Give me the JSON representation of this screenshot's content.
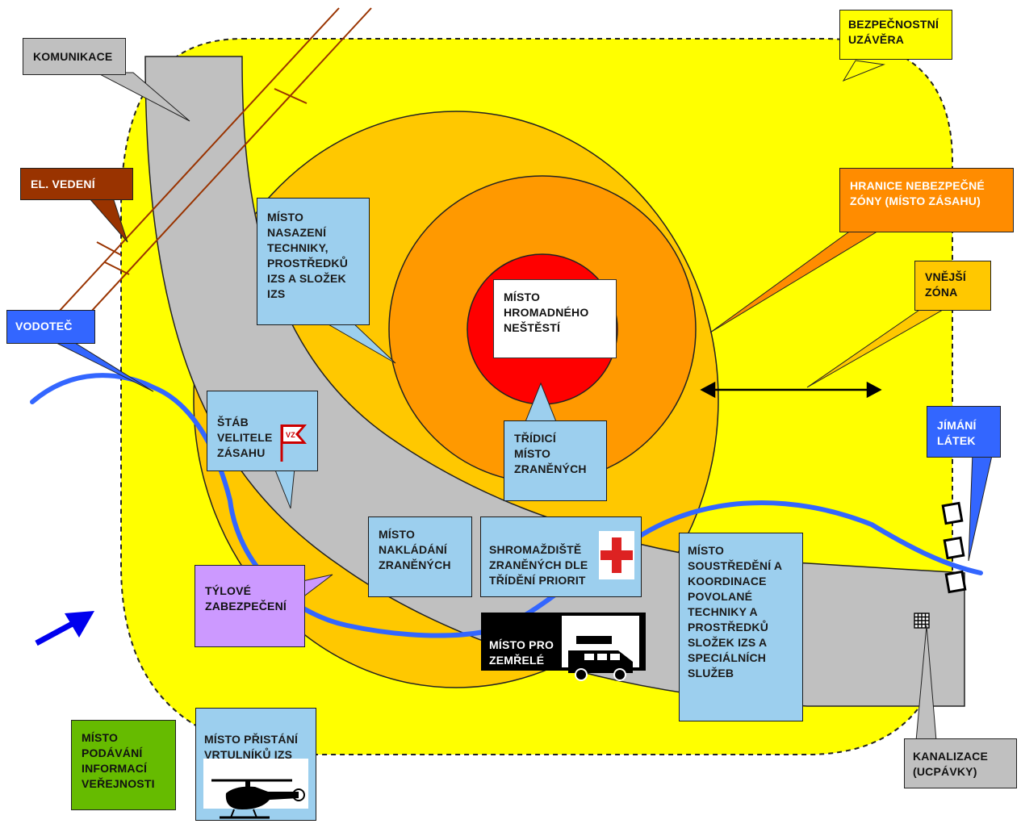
{
  "labels": {
    "bezpecnostni_uzavera": "BEZPEČNOSTNÍ\nUZÁVĚRA",
    "komunikace": "KOMUNIKACE",
    "el_vedeni": "EL. VEDENÍ",
    "vodotec": "VODOTEČ",
    "hranice": "HRANICE NEBEZPEČNÉ\nZÓNY (MÍSTO ZÁSAHU)",
    "vnejsi_zona": "VNĚJŠÍ\nZÓNA",
    "misto_nasazeni": "MÍSTO\nNASAZENÍ\nTECHNIKY,\nPROSTŘEDKŮ\nIZS A SLOŽEK\nIZS",
    "misto_hromadneho": "MÍSTO\nHROMADNÉHO\nNEŠTĚSTÍ",
    "tridici_misto": "TŘÍDICÍ\nMÍSTO\nZRANĚNÝCH",
    "stab": "ŠTÁB\nVELITELE\nZÁSAHU",
    "flag_text": "VZ",
    "jimani": "JÍMÁNÍ\nLÁTEK",
    "nakladani": "MÍSTO\nNAKLÁDÁNÍ\nZRANĚNÝCH",
    "shromazdiste": "SHROMAŽDIŠTĚ\nZRANĚNÝCH DLE\nTŘÍDĚNÍ PRIORIT",
    "soustredeni": "MÍSTO\nSOUSTŘEDĚNÍ A\nKOORDINACE\nPOVOLANÉ\nTECHNIKY A\nPROSTŘEDKŮ\nSLOŽEK IZS A\nSPECIÁLNÍCH\nSLUŽEB",
    "tylove": "TÝLOVÉ\nZABEZPEČENÍ",
    "zemrele": "MÍSTO PRO\nZEMŘELÉ",
    "pristani": "MÍSTO PŘISTÁNÍ\nVRTULNÍKŮ  IZS",
    "informace": "MÍSTO\nPODÁVÁNÍ\nINFORMACÍ\nVEŘEJNOSTI",
    "kanalizace": "KANALIZACE\n(UCPÁVKY)"
  },
  "colors": {
    "outer_zone": "#ffff00",
    "vnejsi_zona": "#ffc800",
    "hazard_zone": "#ff9900",
    "core": "#ff0000",
    "road": "#c0c0c0",
    "river": "#3366ff",
    "power_line": "#993300",
    "callout_blue": "#9ccfee",
    "callout_purple": "#cc99ff",
    "callout_green": "#66bb00",
    "callout_orange": "#ff8c00",
    "callout_brown": "#993300",
    "callout_gray": "#c0c0c0"
  },
  "icons": [
    "flag-icon",
    "red-cross-icon",
    "ambulance-icon",
    "helicopter-icon",
    "sewer-grate-icon",
    "boom-barrier-icon",
    "wind-arrow-icon"
  ]
}
